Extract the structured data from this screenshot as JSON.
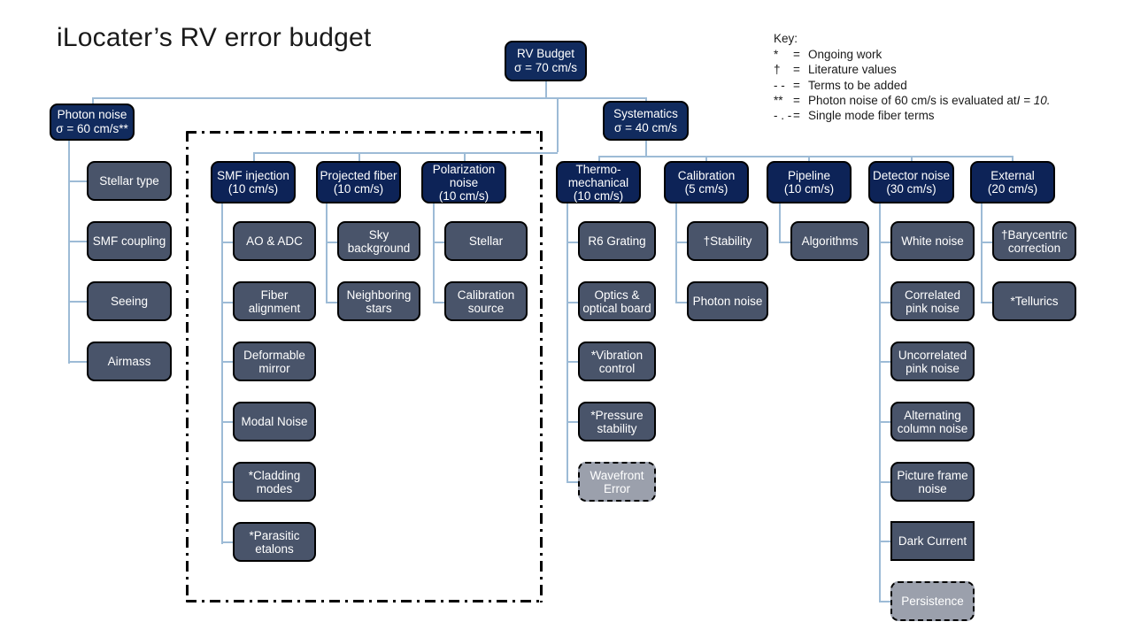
{
  "page": {
    "title": "iLocater’s RV error budget",
    "colors": {
      "root_fill": "#112b5e",
      "head_fill": "#0d2357",
      "leaf_fill": "#49546a",
      "pending_fill": "#9ba0ac",
      "connector": "#9dbbd6",
      "text": "#ffffff",
      "background": "#ffffff"
    }
  },
  "key": {
    "heading": "Key:",
    "entries": [
      {
        "symbol": "*",
        "eq": "=",
        "text": "Ongoing work"
      },
      {
        "symbol": "†",
        "eq": "=",
        "text": "Literature values"
      },
      {
        "symbol": "- -",
        "eq": "=",
        "text": "Terms to be added"
      },
      {
        "symbol": "**",
        "eq": "=",
        "text": "Photon noise of 60 cm/s is evaluated at ",
        "italic_tail": "I = 10."
      },
      {
        "symbol": "- . -",
        "eq": "=",
        "text": "Single mode fiber terms"
      }
    ]
  },
  "nodes": {
    "root": {
      "label": "RV Budget\nσ = 70 cm/s"
    },
    "photon_noise": {
      "label": "Photon noise\nσ = 60 cm/s**"
    },
    "systematics": {
      "label": "Systematics\nσ = 40 cm/s"
    }
  },
  "photon_children": [
    {
      "label": "Stellar type"
    },
    {
      "label": "SMF coupling"
    },
    {
      "label": "Seeing"
    },
    {
      "label": "Airmass"
    }
  ],
  "smf_group": {
    "note": "Single mode fiber terms",
    "columns": [
      {
        "header": "SMF injection\n(10 cm/s)",
        "items": [
          {
            "label": "AO & ADC"
          },
          {
            "label": "Fiber\nalignment"
          },
          {
            "label": "Deformable\nmirror"
          },
          {
            "label": "Modal Noise"
          },
          {
            "label": "*Cladding\nmodes"
          },
          {
            "label": "*Parasitic\netalons"
          }
        ]
      },
      {
        "header": "Projected fiber\n(10 cm/s)",
        "items": [
          {
            "label": "Sky\nbackground"
          },
          {
            "label": "Neighboring\nstars"
          }
        ]
      },
      {
        "header": "Polarization\nnoise\n(10 cm/s)",
        "items": [
          {
            "label": "Stellar"
          },
          {
            "label": "Calibration\nsource"
          }
        ]
      }
    ]
  },
  "systematics_columns": [
    {
      "header": "Thermo-\nmechanical\n(10 cm/s)",
      "items": [
        {
          "label": "R6 Grating"
        },
        {
          "label": "Optics &\noptical board"
        },
        {
          "label": "*Vibration\ncontrol"
        },
        {
          "label": "*Pressure\nstability"
        },
        {
          "label": "Wavefront\nError",
          "style": "dashed"
        }
      ]
    },
    {
      "header": "Calibration\n(5 cm/s)",
      "items": [
        {
          "label": "†Stability"
        },
        {
          "label": "Photon noise"
        }
      ]
    },
    {
      "header": "Pipeline\n(10 cm/s)",
      "items": [
        {
          "label": "Algorithms"
        }
      ]
    },
    {
      "header": "Detector noise\n(30 cm/s)",
      "items": [
        {
          "label": "White noise"
        },
        {
          "label": "Correlated\npink noise"
        },
        {
          "label": "Uncorrelated\npink noise"
        },
        {
          "label": "Alternating\ncolumn noise"
        },
        {
          "label": "Picture frame\nnoise"
        },
        {
          "label": "Dark Current",
          "style": "square"
        },
        {
          "label": "Persistence",
          "style": "dashed"
        }
      ]
    },
    {
      "header": "External\n(20 cm/s)",
      "items": [
        {
          "label": "†Barycentric\ncorrection"
        },
        {
          "label": "*Tellurics"
        }
      ]
    }
  ]
}
